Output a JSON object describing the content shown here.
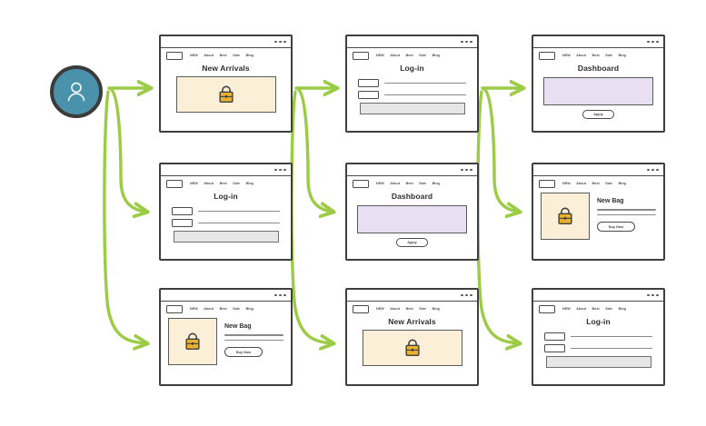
{
  "diagram": {
    "title": "User flow wireframe diagram",
    "colors": {
      "arrow": "#9ccb46",
      "avatar_fill": "#4a92ab",
      "avatar_ring": "#3b3b3b",
      "hero_bg": "#fcefd8",
      "panel_bg": "#e9dff3",
      "button_bg": "#e6e6e6",
      "bag": "#e8b030",
      "frame": "#3f3f3f"
    }
  },
  "avatar": {
    "name": "user-avatar",
    "icon": "person-icon"
  },
  "nav": {
    "logo": "logo-placeholder",
    "links": [
      "NEW",
      "About",
      "Best",
      "Sale",
      "Blog"
    ]
  },
  "labels": {
    "apply": "Apply",
    "buy_now": "Buy Now"
  },
  "screens": [
    {
      "id": "col1-row1",
      "type": "new-arrivals",
      "title": "New Arrivals",
      "icon": "handbag-icon"
    },
    {
      "id": "col1-row2",
      "type": "login",
      "title": "Log-in"
    },
    {
      "id": "col1-row3",
      "type": "product",
      "title": "New Bag",
      "icon": "handbag-icon",
      "button": "Buy Now"
    },
    {
      "id": "col2-row1",
      "type": "login",
      "title": "Log-in"
    },
    {
      "id": "col2-row2",
      "type": "dashboard",
      "title": "Dashboard",
      "button": "Apply"
    },
    {
      "id": "col2-row3",
      "type": "new-arrivals",
      "title": "New Arrivals",
      "icon": "handbag-icon"
    },
    {
      "id": "col3-row1",
      "type": "dashboard",
      "title": "Dashboard",
      "button": "Apply"
    },
    {
      "id": "col3-row2",
      "type": "product",
      "title": "New Bag",
      "icon": "handbag-icon",
      "button": "Buy Now"
    },
    {
      "id": "col3-row3",
      "type": "login",
      "title": "Log-in"
    }
  ],
  "arrows": [
    {
      "from": "user-avatar",
      "to": "col1-row1"
    },
    {
      "from": "user-avatar",
      "to": "col1-row2"
    },
    {
      "from": "user-avatar",
      "to": "col1-row3"
    },
    {
      "from": "col1-row1",
      "to": "col2-row1"
    },
    {
      "from": "col1-row1",
      "to": "col2-row2"
    },
    {
      "from": "col1-row1",
      "to": "col2-row3"
    },
    {
      "from": "col2-row1",
      "to": "col3-row1"
    },
    {
      "from": "col2-row1",
      "to": "col3-row2"
    },
    {
      "from": "col2-row1",
      "to": "col3-row3"
    }
  ]
}
